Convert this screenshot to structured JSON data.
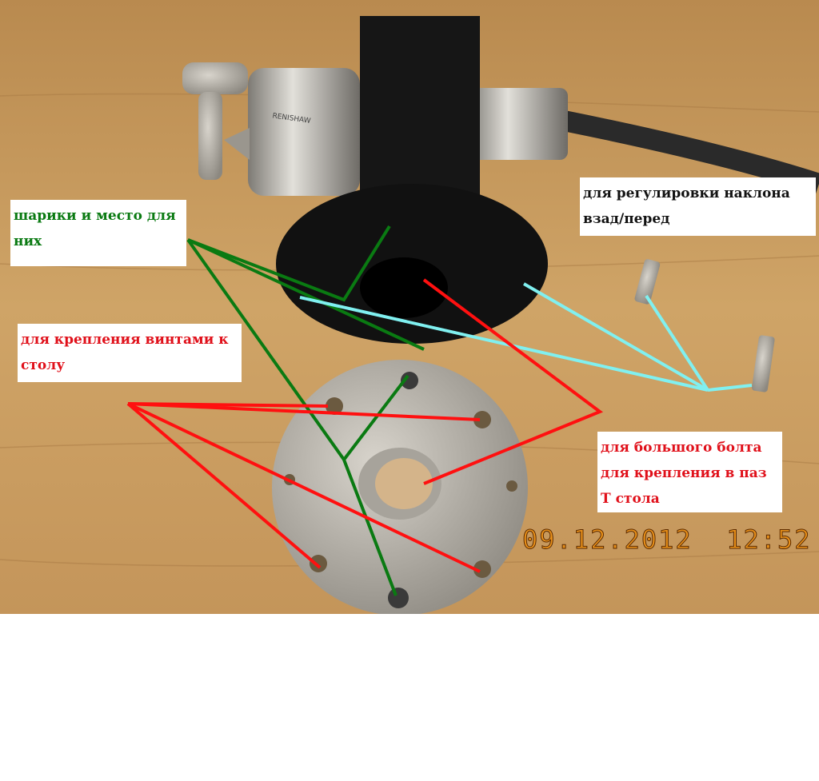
{
  "labels": {
    "balls": "шарики и место для них",
    "tilt": "для регулировки наклона взад/перед",
    "screws": "для крепления винтами к столу",
    "bolt": "для большого болта для  крепления в паз Т стола"
  },
  "brand": "RENISHAW",
  "timestamp": "09.12.2012  12:52",
  "colors": {
    "green": "#0a7a12",
    "red": "#e0101a",
    "cyan": "#80f0f0",
    "wood": "#c99a5e"
  }
}
